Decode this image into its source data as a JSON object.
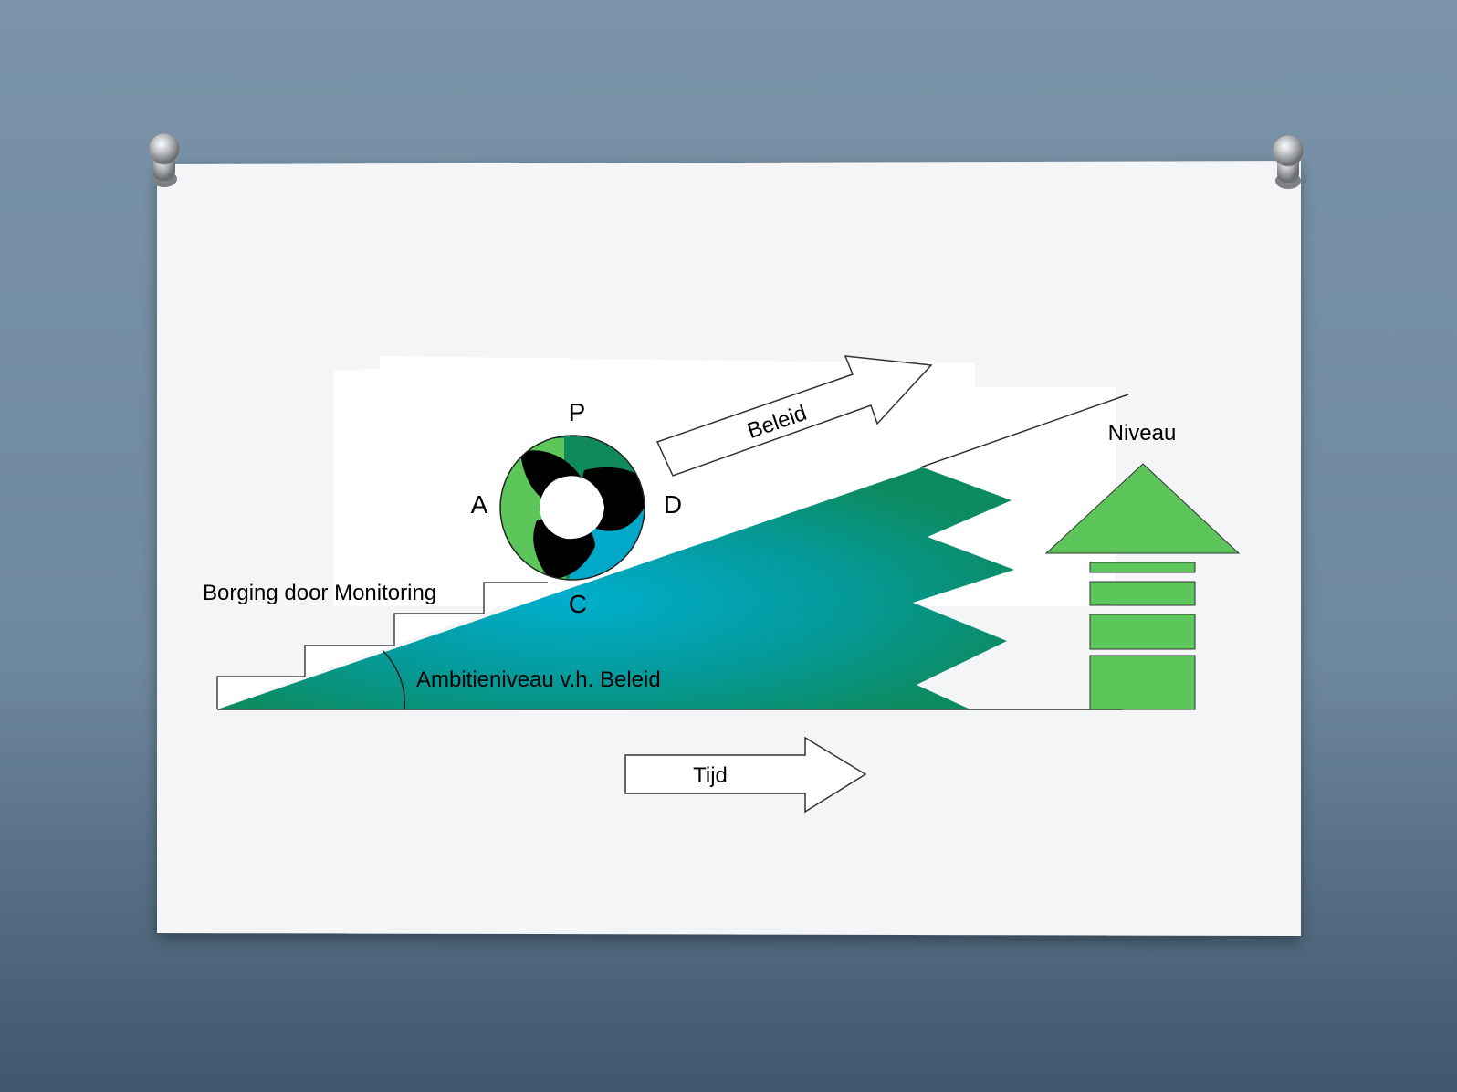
{
  "labels": {
    "p": "P",
    "d": "D",
    "c": "C",
    "a": "A",
    "beleid": "Beleid",
    "niveau": "Niveau",
    "borging": "Borging door Monitoring",
    "ambitie": "Ambitieniveau v.h. Beleid",
    "tijd": "Tijd"
  },
  "colors": {
    "background": "#6f8aa0",
    "paper": "#f4f5f6",
    "dark_green": "#0f8a5a",
    "teal": "#00a9c9",
    "light_green": "#5cc65a",
    "black": "#000000"
  }
}
